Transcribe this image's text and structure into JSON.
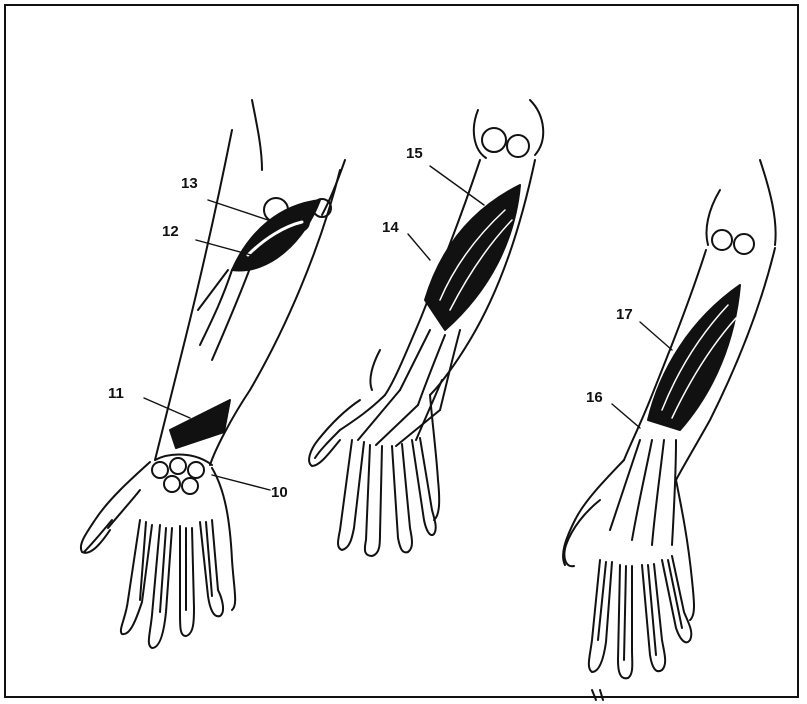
{
  "labels": {
    "l10": "10",
    "l11": "11",
    "l12": "12",
    "l13": "13",
    "l14": "14",
    "l15": "15",
    "l16": "16",
    "l17": "17"
  },
  "colors": {
    "ink": "#111111",
    "paper": "#ffffff"
  }
}
